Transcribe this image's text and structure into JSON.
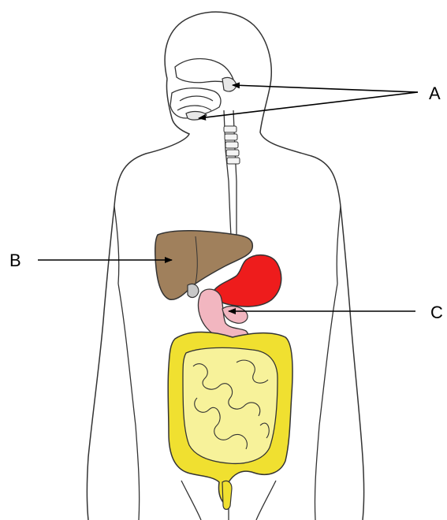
{
  "labels": {
    "a": "A",
    "b": "B",
    "c": "C"
  },
  "colors": {
    "outline": "#333333",
    "liver": "#a0805c",
    "stomach": "#ee1c1c",
    "pancreas": "#f2b6c0",
    "large_intestine": "#f0e030",
    "small_intestine": "#f7f29a",
    "arrow": "#000000"
  }
}
